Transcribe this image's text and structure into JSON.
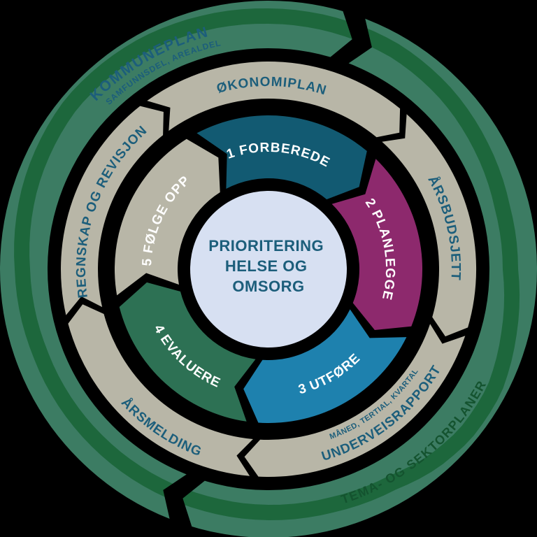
{
  "diagram": {
    "center": {
      "line1": "PRIORITERING",
      "line2": "HELSE OG",
      "line3": "OMSORG"
    },
    "outer_ring": {
      "kommuneplan_label": "KOMMUNEPLAN",
      "kommuneplan_sublabel": "SAMFUNNSDEL, AREALDEL",
      "tema_label": "TEMA- OG SEKTORPLANER"
    },
    "document_ring": {
      "segments": [
        {
          "label": "ØKONOMIPLAN"
        },
        {
          "label": "ÅRSBUDSJETT"
        },
        {
          "label": "UNDERVEISRAPPORT",
          "sublabel": "MÅNED, TERTIAL, KVARTAL"
        },
        {
          "label": "ÅRSMELDING"
        },
        {
          "label": "REGNSKAP OG REVISJON"
        }
      ]
    },
    "process_ring": {
      "steps": [
        {
          "label": "1 FORBEREDE",
          "color": "#125a72"
        },
        {
          "label": "2 PLANLEGGE",
          "color": "#8d296d"
        },
        {
          "label": "3 UTFØRE",
          "color": "#1e81ae"
        },
        {
          "label": "4 EVALUERE",
          "color": "#2d7154"
        },
        {
          "label": "5 FØLGE OPP",
          "color": "#b8b6a7"
        }
      ]
    },
    "colors": {
      "background": "#000000",
      "outer_band": "#3c7c63",
      "outer_stripe": "#1d673c",
      "ring_beige": "#b8b6a7",
      "center_fill": "#d7e0f2",
      "label_teal": "#1c5e7b",
      "label_darkgreen": "#14532f",
      "step_text": "#ffffff"
    }
  }
}
